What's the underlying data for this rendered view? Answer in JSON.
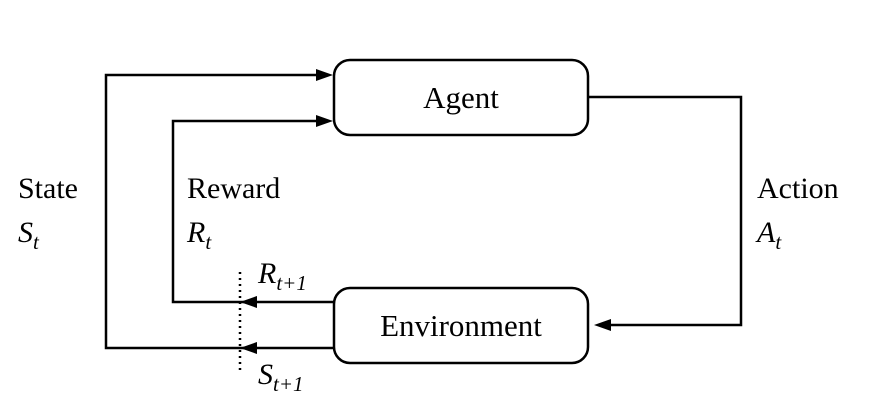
{
  "nodes": {
    "agent": "Agent",
    "environment": "Environment"
  },
  "edges": {
    "state": {
      "label": "State",
      "symbol": "S",
      "sub": "t"
    },
    "reward": {
      "label": "Reward",
      "symbol": "R",
      "sub": "t"
    },
    "action": {
      "label": "Action",
      "symbol": "A",
      "sub": "t"
    },
    "next_reward": {
      "symbol": "R",
      "sub": "t+1"
    },
    "next_state": {
      "symbol": "S",
      "sub": "t+1"
    }
  }
}
